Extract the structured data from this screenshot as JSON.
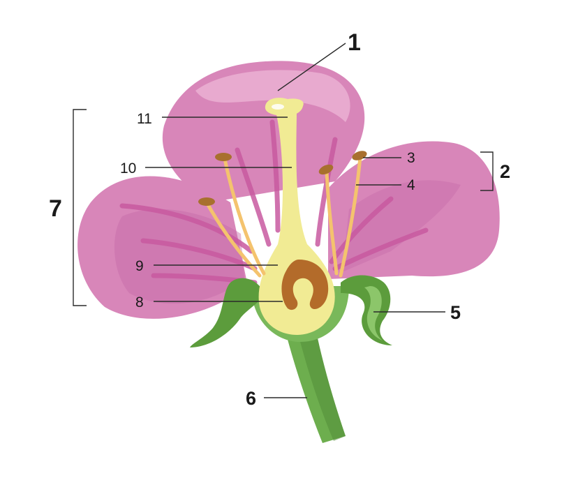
{
  "diagram": {
    "labels": {
      "l1": "1",
      "l2": "2",
      "l3": "3",
      "l4": "4",
      "l5": "5",
      "l6": "6",
      "l7": "7",
      "l8": "8",
      "l9": "9",
      "l10": "10",
      "l11": "11"
    },
    "colors": {
      "petal": "#d886b9",
      "petal_highlight": "#ebb0d2",
      "petal_vein": "#c85aa0",
      "pistil": "#f1eb94",
      "ovule": "#b36b2a",
      "stem": "#6dae4e",
      "sepal": "#5c9c3c",
      "anther": "#a8702e",
      "filament": "#f4c36e"
    }
  }
}
